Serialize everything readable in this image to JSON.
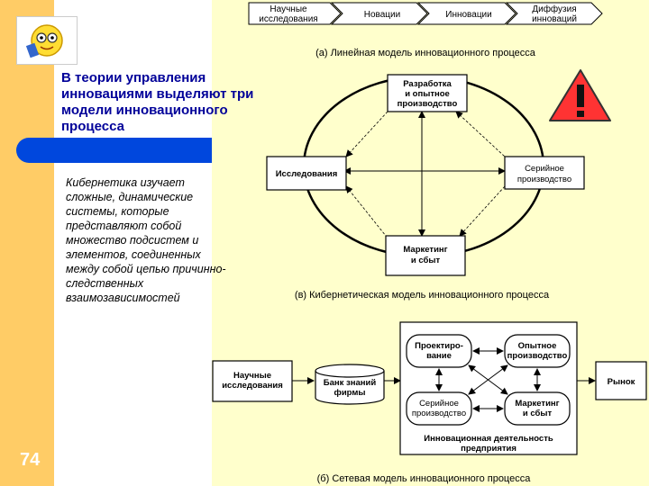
{
  "heading": {
    "lines": [
      "В теории управления",
      "инновациями выделяют три",
      "модели инновационного",
      "процесса"
    ]
  },
  "body_text": {
    "lines": [
      "Кибернетика изучает",
      "сложные, динамические",
      "системы, которые",
      "представляют собой",
      "множество подсистем и",
      "элементов, соединенных",
      "между собой цепью причинно-",
      "следственных",
      "взаимозависимостей"
    ]
  },
  "page_number": "74",
  "linear_model": {
    "steps": [
      {
        "line1": "Научные",
        "line2": "исследования"
      },
      {
        "line1": "Новации",
        "line2": ""
      },
      {
        "line1": "Инновации",
        "line2": ""
      },
      {
        "line1": "Диффузия",
        "line2": "инноваций"
      }
    ],
    "caption": "(а) Линейная модель инновационного процесса"
  },
  "cybernetic_model": {
    "top": {
      "line1": "Разработка",
      "line2": "и опытное",
      "line3": "производство"
    },
    "left": {
      "line1": "Исследования"
    },
    "right": {
      "line1": "Серийное",
      "line2": "производство"
    },
    "bottom": {
      "line1": "Маркетинг",
      "line2": "и сбыт"
    },
    "caption": "(в) Кибернетическая модель инновационного процесса"
  },
  "network_model": {
    "science": {
      "line1": "Научные",
      "line2": "исследования"
    },
    "bank": {
      "line1": "Банк знаний",
      "line2": "фирмы"
    },
    "design": {
      "line1": "Проектиро-",
      "line2": "вание"
    },
    "pilot": {
      "line1": "Опытное",
      "line2": "производство"
    },
    "serial": {
      "line1": "Серийное",
      "line2": "производство"
    },
    "marketing": {
      "line1": "Маркетинг",
      "line2": "и сбыт"
    },
    "enterprise": {
      "line1": "Инновационная деятельность",
      "line2": "предприятия"
    },
    "market": {
      "line1": "Рынок"
    },
    "caption": "(б) Сетевая модель инновационного процесса"
  },
  "colors": {
    "left_strip": "#ffcc66",
    "blue_bar": "#0047dd",
    "heading": "#000099",
    "background": "#ffffcc",
    "warning": "#ff3333"
  },
  "icons": [
    "mascot-icon",
    "warning-icon"
  ]
}
